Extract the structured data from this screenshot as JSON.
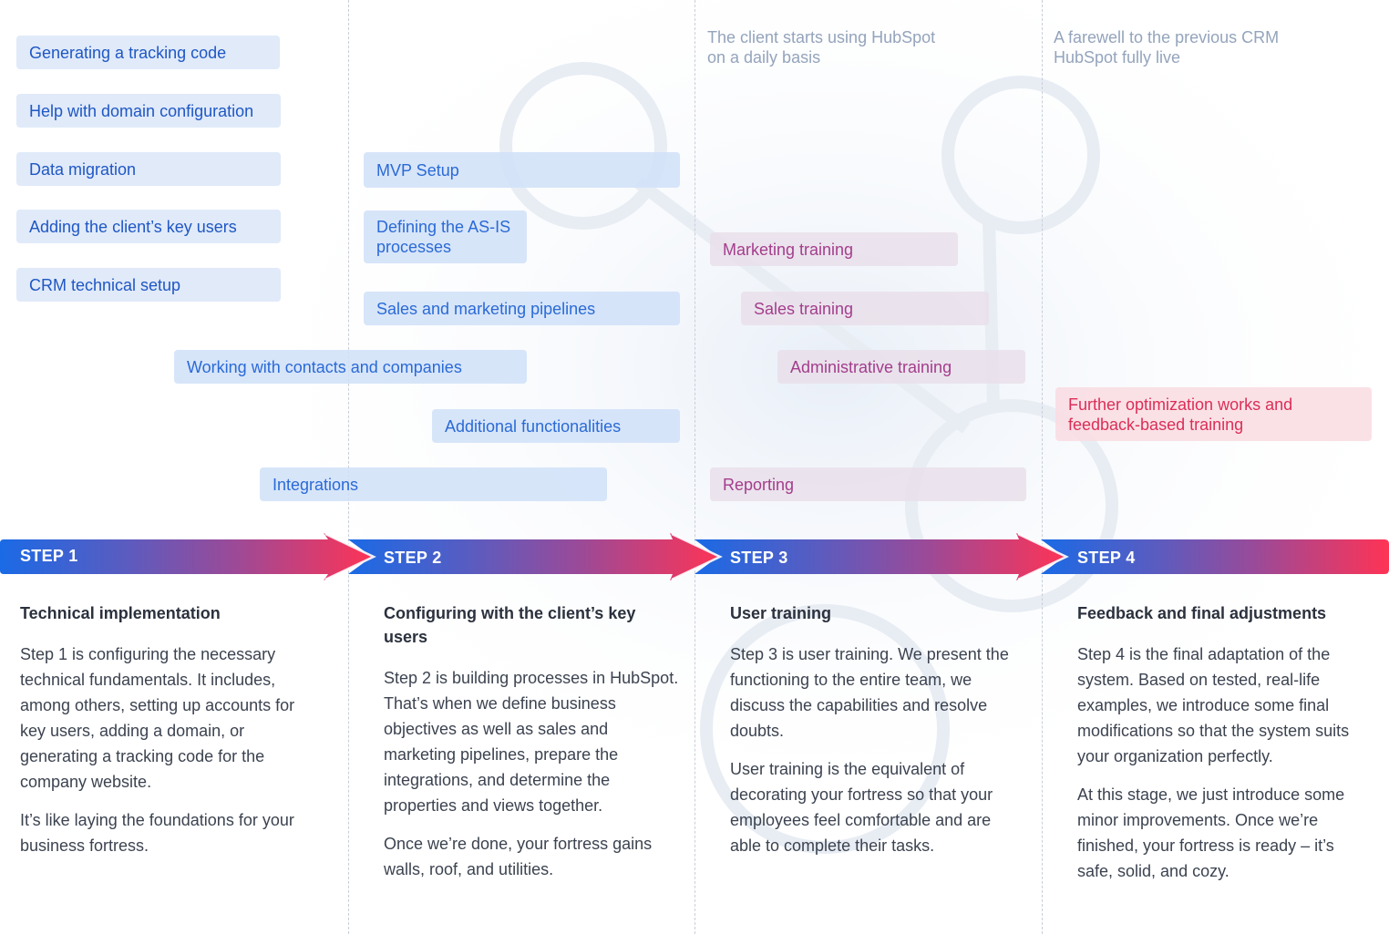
{
  "notes": {
    "step3_top": [
      "The client starts using HubSpot",
      "on a daily basis"
    ],
    "step4_top": [
      "A farewell to the previous CRM",
      "HubSpot fully live"
    ]
  },
  "tasks": {
    "tracking_code": "Generating a tracking code",
    "domain_config": "Help with domain configuration",
    "data_migration": "Data migration",
    "key_users": "Adding the client’s key users",
    "crm_setup": "CRM technical setup",
    "mvp_setup": "MVP Setup",
    "as_is": [
      "Defining the AS-IS",
      "processes"
    ],
    "pipelines": "Sales and marketing pipelines",
    "contacts": "Working with contacts and companies",
    "additional": "Additional functionalities",
    "integrations": "Integrations",
    "marketing_training": "Marketing training",
    "sales_training": "Sales training",
    "admin_training": "Administrative training",
    "reporting": "Reporting",
    "optimization": [
      "Further optimization works and",
      "feedback-based training"
    ]
  },
  "steps": [
    {
      "label": "STEP 1",
      "title": "Technical implementation",
      "paragraphs": [
        "Step 1 is configuring the necessary technical fundamentals. It includes, among others, setting up accounts for key users, adding a domain, or generating a tracking code for the company website.",
        "It’s like laying the foundations for your business fortress."
      ]
    },
    {
      "label": "STEP 2",
      "title": "Configuring with the client’s key users",
      "paragraphs": [
        "Step 2 is building processes in HubSpot. That’s when we define business objectives as well as sales and marketing pipelines, prepare the integrations, and determine the properties and views together.",
        "Once we’re done, your fortress gains walls, roof, and utilities."
      ]
    },
    {
      "label": "STEP 3",
      "title": "User training",
      "paragraphs": [
        "Step 3 is user training. We present the functioning to the entire team, we discuss the capabilities and resolve doubts.",
        "User training is the equivalent of decorating your fortress so that your employees feel comfortable and are able to complete their tasks."
      ]
    },
    {
      "label": "STEP 4",
      "title": "Feedback and final adjustments",
      "paragraphs": [
        "Step 4 is the final adaptation of the system. Based on tested, real-life examples, we introduce some final modifications so that the system suits your organization perfectly.",
        "At this stage, we just introduce some minor improvements. Once we’re finished, your fortress is ready – it’s safe, solid, and cozy."
      ]
    }
  ],
  "colors": {
    "start": "#1a6ae6",
    "mid1": "#5a5cc0",
    "mid2": "#9b4a98",
    "end": "#ff3355"
  }
}
